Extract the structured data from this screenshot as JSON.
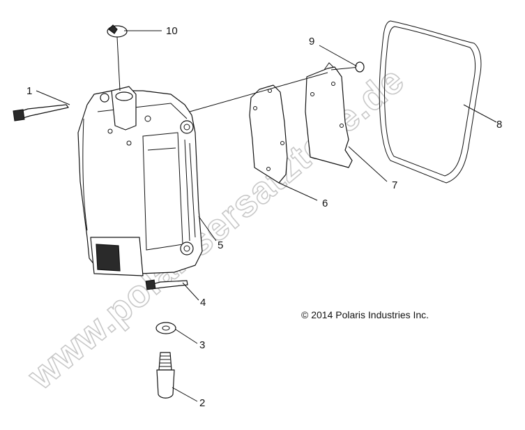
{
  "callouts": [
    {
      "id": "1",
      "label": "1"
    },
    {
      "id": "2",
      "label": "2"
    },
    {
      "id": "3",
      "label": "3"
    },
    {
      "id": "4",
      "label": "4"
    },
    {
      "id": "5",
      "label": "5"
    },
    {
      "id": "6",
      "label": "6"
    },
    {
      "id": "7",
      "label": "7"
    },
    {
      "id": "8",
      "label": "8"
    },
    {
      "id": "9",
      "label": "9"
    },
    {
      "id": "10",
      "label": "10"
    }
  ],
  "copyright": "© 2014 Polaris Industries Inc.",
  "watermark": "www.polarisersatzteile.de"
}
